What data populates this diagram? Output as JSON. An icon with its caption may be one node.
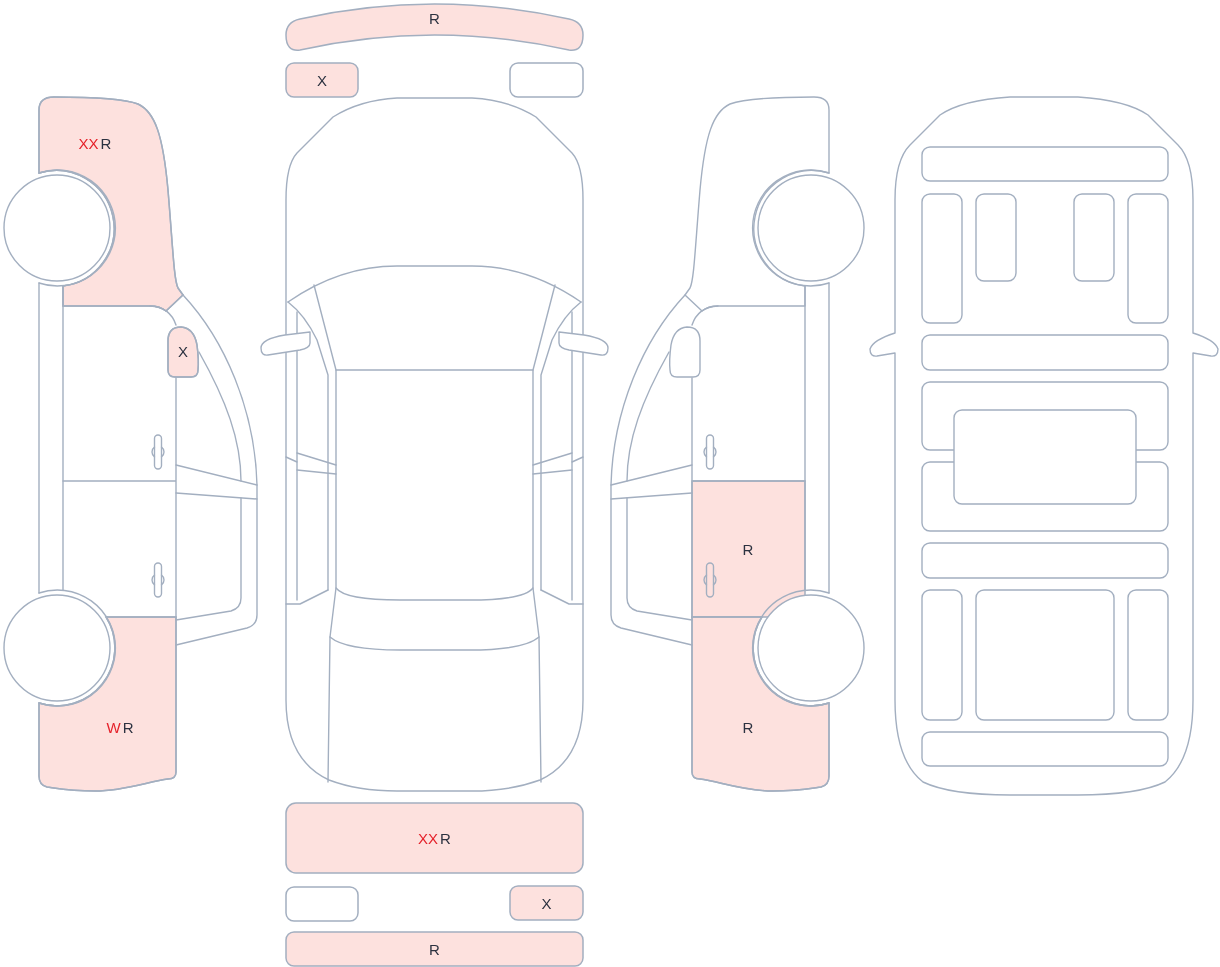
{
  "diagram": {
    "nodes": [
      {
        "text": [
          "R"
        ]
      },
      {
        "text": [
          "X"
        ]
      },
      {
        "text": [],
        "shape": "box"
      },
      {
        "text": [
          "XX",
          "R"
        ]
      },
      {
        "text": [
          "X"
        ]
      },
      {
        "text": [
          "R"
        ]
      },
      {
        "text": [
          "W",
          "R"
        ]
      },
      {
        "text": [
          "R"
        ]
      },
      {
        "text": [
          "XX",
          "R"
        ]
      },
      {
        "text": [],
        "shape": "box"
      },
      {
        "text": [
          "X"
        ]
      },
      {
        "text": [
          "R"
        ]
      }
    ]
  }
}
